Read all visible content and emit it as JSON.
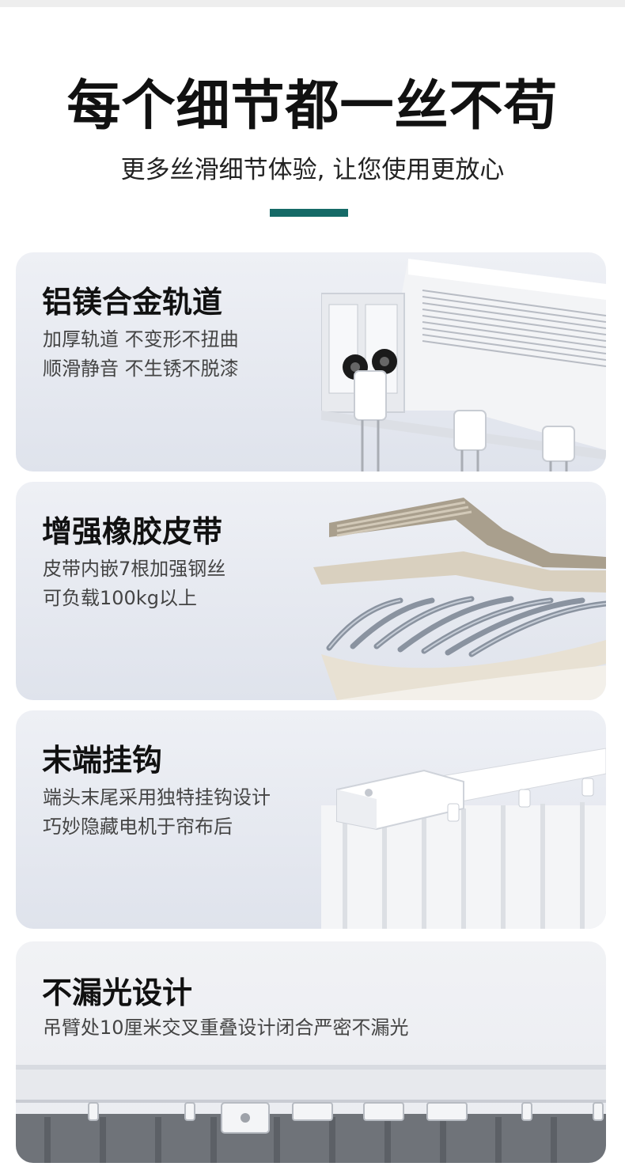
{
  "header": {
    "title": "每个细节都一丝不苟",
    "subtitle": "更多丝滑细节体验, 让您使用更放心"
  },
  "colors": {
    "accent": "#156a67",
    "title_text": "#111111",
    "body_text": "#444444",
    "card_bg": "#e6e9f0"
  },
  "features": [
    {
      "title": "铝镁合金轨道",
      "lines": [
        "加厚轨道 不变形不扭曲",
        "顺滑静音 不生锈不脱漆"
      ],
      "icon": "aluminum-track-image"
    },
    {
      "title": "增强橡胶皮带",
      "lines": [
        "皮带内嵌7根加强钢丝",
        "可负载100kg以上"
      ],
      "icon": "reinforced-belt-image"
    },
    {
      "title": "末端挂钩",
      "lines": [
        "端头末尾采用独特挂钩设计",
        "巧妙隐藏电机于帘布后"
      ],
      "icon": "end-hook-image"
    },
    {
      "title": "不漏光设计",
      "lines": [
        "吊臂处10厘米交叉重叠设计闭合严密不漏光"
      ],
      "icon": "overlap-curtain-image"
    }
  ]
}
